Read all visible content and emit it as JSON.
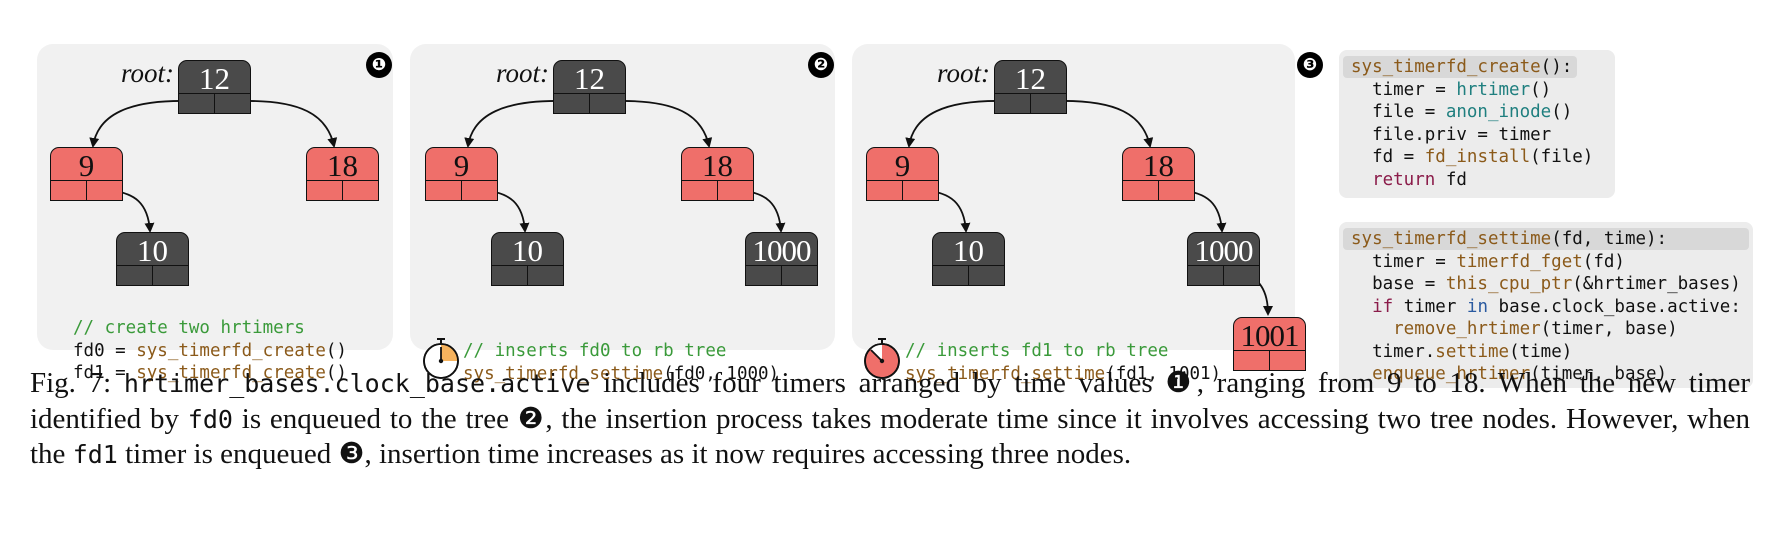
{
  "panels": [
    {
      "badge": "❶",
      "root_label": "root:",
      "nodes": [
        "12",
        "9",
        "18",
        "10"
      ],
      "code_comment": "// create two hrtimers",
      "code_lines": [
        {
          "lhs": "fd0 = ",
          "fn": "sys_timerfd_create",
          "args": "()"
        },
        {
          "lhs": "fd1 = ",
          "fn": "sys_timerfd_create",
          "args": "()"
        }
      ]
    },
    {
      "badge": "❷",
      "root_label": "root:",
      "nodes": [
        "12",
        "9",
        "18",
        "10",
        "1000"
      ],
      "code_comment": "// inserts fd0 to rb tree",
      "code_fn": "sys_timerfd_settime",
      "code_args": "(fd0, 1000)",
      "timer_icon": "stopwatch-icon-orange"
    },
    {
      "badge": "❸",
      "root_label": "root:",
      "nodes": [
        "12",
        "9",
        "18",
        "10",
        "1000",
        "1001"
      ],
      "code_comment": "// inserts fd1 to rb tree",
      "code_fn": "sys_timerfd_settime",
      "code_args": "(fd1, 1001)",
      "timer_icon": "stopwatch-icon-red"
    }
  ],
  "code_create": {
    "header_fn": "sys_timerfd_create",
    "header_rest": "():",
    "l1_a": "  timer = ",
    "l1_fn": "hrtimer",
    "l1_b": "()",
    "l2_a": "  file = ",
    "l2_fn": "anon_inode",
    "l2_b": "()",
    "l3": "  file.priv = timer",
    "l4_a": "  fd = ",
    "l4_fn": "fd_install",
    "l4_b": "(file)",
    "l5_kw": "  return",
    "l5_b": " fd"
  },
  "code_settime": {
    "header_fn": "sys_timerfd_settime",
    "header_rest": "(fd, time):",
    "l1_a": "  timer = ",
    "l1_fn": "timerfd_fget",
    "l1_b": "(fd)",
    "l2_a": "  base = ",
    "l2_fn": "this_cpu_ptr",
    "l2_b": "(&hrtimer_bases)",
    "l3_kw": "  if",
    "l3_a": " timer ",
    "l3_kw2": "in",
    "l3_b": " base.clock_base.active:",
    "l4_fn": "    remove_hrtimer",
    "l4_b": "(timer, base)",
    "l5_a": "  timer.",
    "l5_fn": "settime",
    "l5_b": "(time)",
    "l6_fn": "  enqueue_hrtimer",
    "l6_b": "(timer, base)"
  },
  "caption": {
    "p1": "Fig. 7: ",
    "m1": "hrtimer_bases.clock_base.active",
    "p2": " includes four timers arranged by time values ❶, ranging from 9 to 18. When the new timer identified by ",
    "m2": "fd0",
    "p3": " is enqueued to the tree ❷, the insertion process takes moderate time since it involves accessing two tree nodes. However, when the ",
    "m3": "fd1",
    "p4": " timer is enqueued ❸, insertion time increases as it now requires accessing three nodes."
  },
  "colors": {
    "panel_bg": "#f1f1f1",
    "node_dark": "#4a4a4a",
    "node_red": "#ef6f6a",
    "comment_green": "#3a9a3a",
    "function_brown": "#8b5a1a"
  }
}
